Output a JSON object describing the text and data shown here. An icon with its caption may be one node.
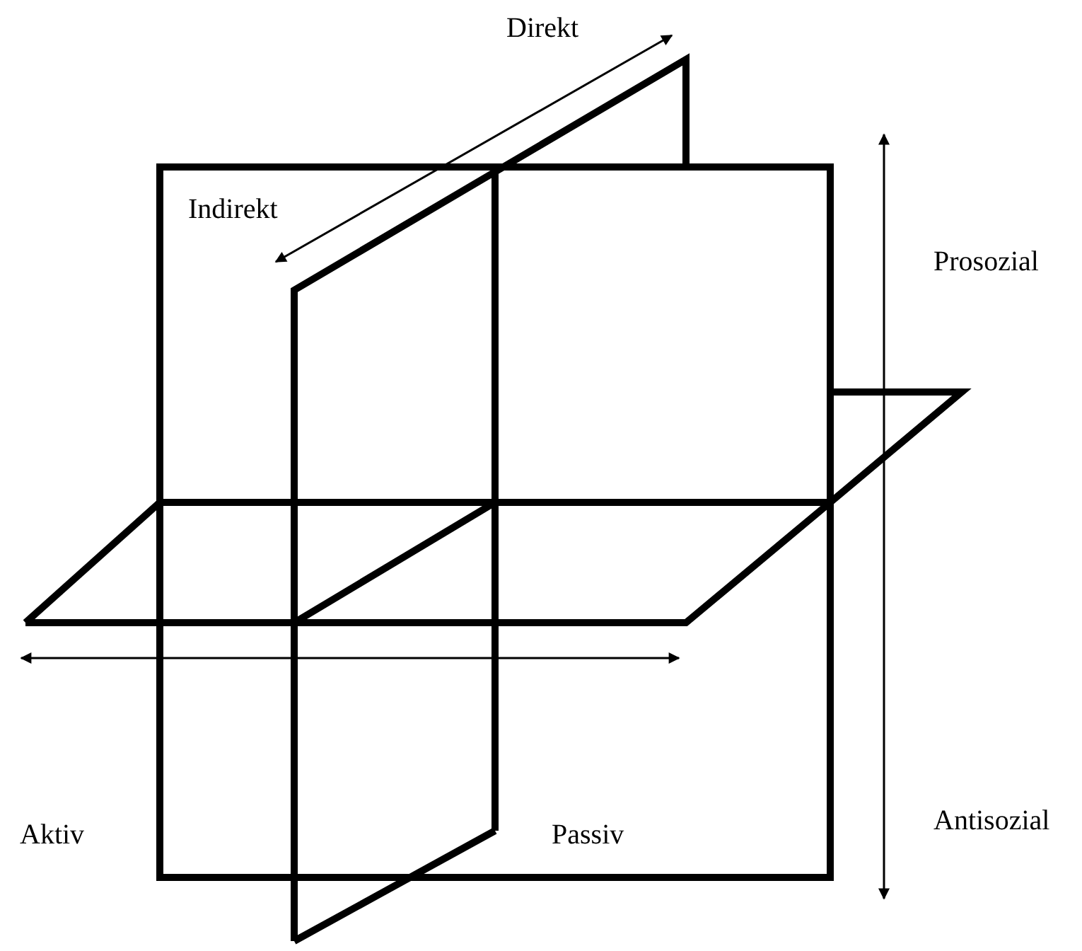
{
  "diagram": {
    "labels": [
      "Direkt",
      "Indirekt",
      "Prosozial",
      "Aktiv",
      "Passiv",
      "Antisozial"
    ]
  }
}
